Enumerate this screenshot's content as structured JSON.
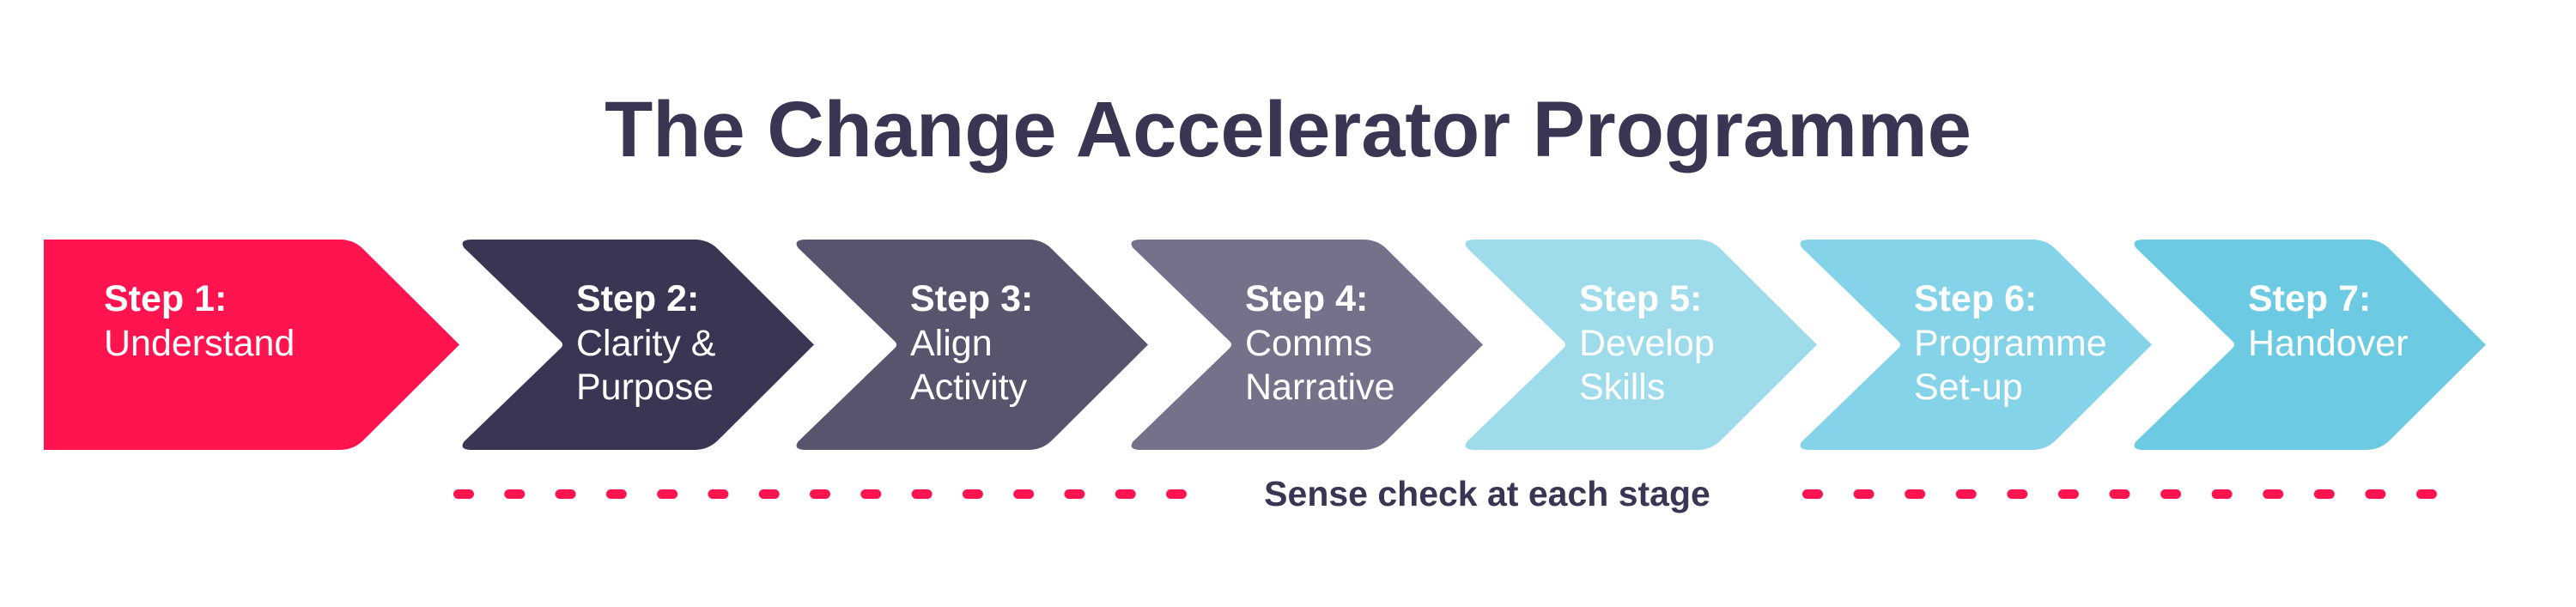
{
  "title": "The Change Accelerator Programme",
  "steps": [
    {
      "title": "Step 1:",
      "lines": [
        "Understand"
      ],
      "color": "#ff1450"
    },
    {
      "title": "Step 2:",
      "lines": [
        "Clarity &",
        "Purpose"
      ],
      "color": "#3a3552"
    },
    {
      "title": "Step 3:",
      "lines": [
        "Align",
        "Activity"
      ],
      "color": "#58546d"
    },
    {
      "title": "Step 4:",
      "lines": [
        "Comms",
        "Narrative"
      ],
      "color": "#74718a"
    },
    {
      "title": "Step 5:",
      "lines": [
        "Develop",
        "Skills"
      ],
      "color": "#9edcec"
    },
    {
      "title": "Step 6:",
      "lines": [
        "Programme",
        "Set-up"
      ],
      "color": "#84d3e8"
    },
    {
      "title": "Step 7:",
      "lines": [
        "Handover"
      ],
      "color": "#6ccbe2"
    }
  ],
  "sense_check": {
    "label": "Sense check at each stage",
    "dot_color": "#ff1450"
  }
}
